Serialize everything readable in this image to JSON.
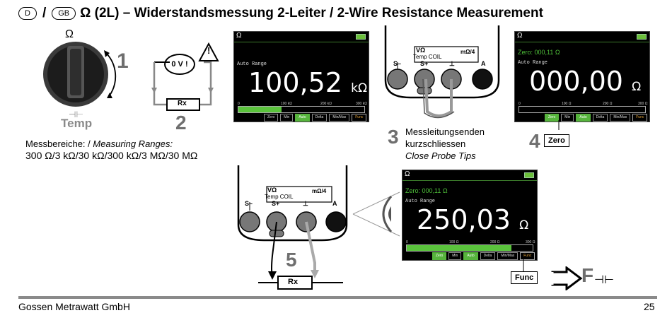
{
  "header": {
    "lang_de": "D",
    "lang_gb": "GB",
    "separator": "/",
    "title": "Ω (2L) – Widerstandsmessung 2-Leiter / 2-Wire Resistance Measurement"
  },
  "dial": {
    "omega_label": "Ω",
    "temp_symbol": "⊣⊢",
    "temp_label": "Temp",
    "step": "1"
  },
  "warning": {
    "zero_volt_label": "0 V !",
    "exclamation": "!",
    "resistor_label": "Rx",
    "step": "2"
  },
  "ranges": {
    "label_de": "Messbereiche: / ",
    "label_en": "Measuring Ranges:",
    "values": "300 Ω/3 kΩ/30 kΩ/300 kΩ/3 MΩ/30 MΩ"
  },
  "screen1": {
    "mode": "Ω",
    "auto_range": "Auto Range",
    "value": "100,52",
    "unit": "kΩ",
    "scale_ticks": [
      "0",
      "100 kΩ",
      "200 kΩ",
      "300 kΩ"
    ],
    "bar_fill_fraction": 0.34,
    "buttons": [
      "Zero",
      "Min",
      "Auto",
      "Delta",
      "Min/Max",
      "Func"
    ]
  },
  "terminals": {
    "labels": [
      "S–",
      "S+",
      "⊥",
      "A"
    ],
    "func_label": "VΩ",
    "temp_coil": "Temp COIL",
    "mohm": "mΩ/4"
  },
  "step3": {
    "number": "3",
    "line1": "Messleitungsenden",
    "line2": "kurzschliessen",
    "line3": "Close Probe Tips"
  },
  "screen2": {
    "mode": "Ω",
    "zero_text": "Zero: 000,11 Ω",
    "auto_range": "Auto Range",
    "value": "000,00",
    "unit": "Ω",
    "scale_ticks": [
      "0",
      "100 Ω",
      "200 Ω",
      "300 Ω"
    ],
    "bar_fill_fraction": 0.0,
    "buttons": [
      "Zero",
      "Min",
      "Auto",
      "Delta",
      "Min/Max",
      "Func"
    ]
  },
  "step4": {
    "number": "4",
    "key": "Zero"
  },
  "step5": {
    "number": "5",
    "resistor_label": "Rx"
  },
  "screen3": {
    "mode": "Ω",
    "zero_text": "Zero: 000,11 Ω",
    "auto_range": "Auto Range",
    "value": "250,03",
    "unit": "Ω",
    "scale_ticks": [
      "0",
      "100 Ω",
      "200 Ω",
      "300 Ω"
    ],
    "bar_fill_fraction": 0.83,
    "buttons": [
      "Zero",
      "Min",
      "Auto",
      "Delta",
      "Min/Max",
      "Func"
    ]
  },
  "func_key": {
    "key": "Func",
    "result_letter": "F",
    "result_symbol": "⊣⊢"
  },
  "footer": {
    "company": "Gossen Metrawatt GmbH",
    "page": "25"
  }
}
